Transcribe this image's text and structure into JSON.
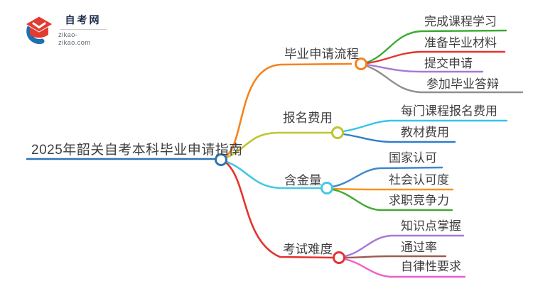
{
  "logo": {
    "name": "自考网",
    "domain": "zikao-zikao.com",
    "crescent_color": "#1e6fb0",
    "cap_color": "#e23c31"
  },
  "root": {
    "label": "2025年韶关自考本科毕业申请指南",
    "color": "#2e74b5"
  },
  "text_color": "#3f3f3f",
  "branches": [
    {
      "label": "毕业申请流程",
      "color": "#f5821f",
      "children": [
        {
          "label": "完成课程学习",
          "color": "#3ba935"
        },
        {
          "label": "准备毕业材料",
          "color": "#e5332e"
        },
        {
          "label": "提交申请",
          "color": "#a678d8"
        },
        {
          "label": "参加毕业答辩",
          "color": "#8f8f8f"
        }
      ]
    },
    {
      "label": "报名费用",
      "color": "#bfc52f",
      "children": [
        {
          "label": "每门课程报名费用",
          "color": "#38c4e8"
        },
        {
          "label": "教材费用",
          "color": "#2f7ec7"
        }
      ]
    },
    {
      "label": "含金量",
      "color": "#45c8e6",
      "children": [
        {
          "label": "国家认可",
          "color": "#3e87ce"
        },
        {
          "label": "社会认可度",
          "color": "#f7941e"
        },
        {
          "label": "求职竞争力",
          "color": "#43a832"
        }
      ]
    },
    {
      "label": "考试难度",
      "color": "#e5332e",
      "children": [
        {
          "label": "知识点掌握",
          "color": "#a678d8"
        },
        {
          "label": "通过率",
          "color": "#9e5b51"
        },
        {
          "label": "自律性要求",
          "color": "#ee5fc4"
        }
      ]
    }
  ]
}
